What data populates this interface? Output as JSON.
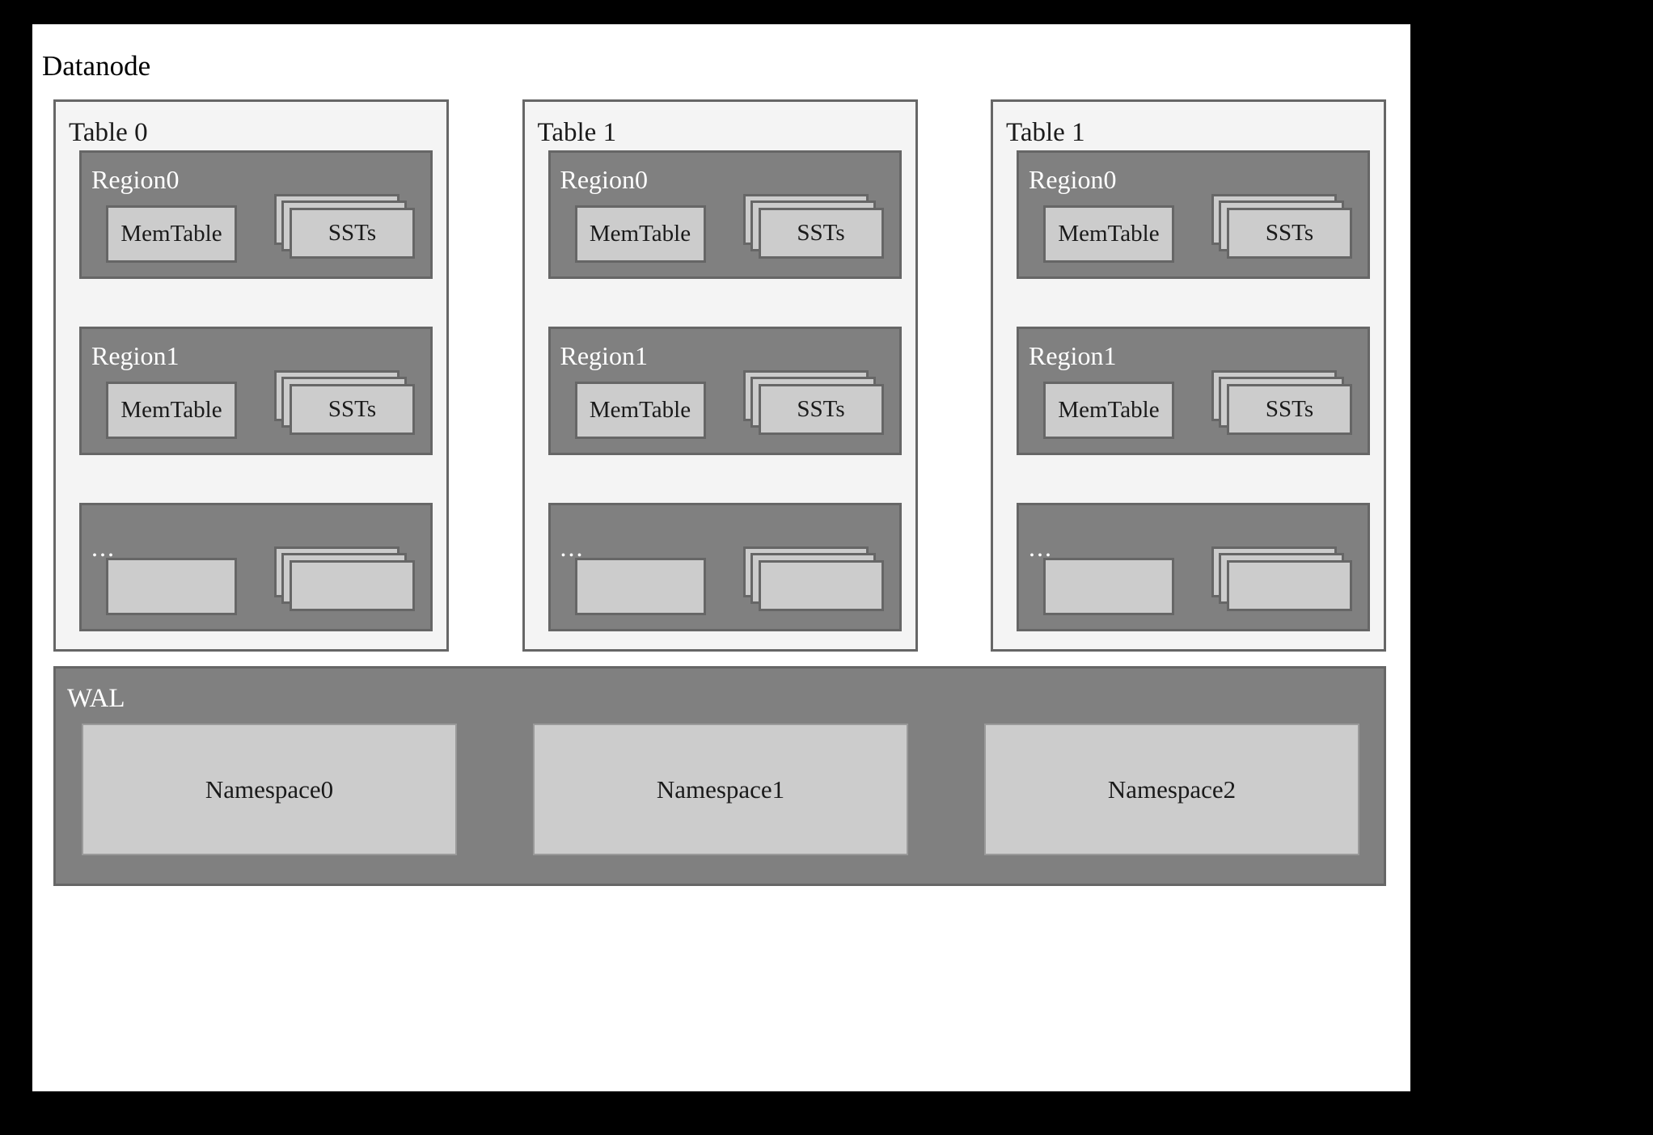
{
  "diagram": {
    "title": "Datanode",
    "colors": {
      "frame": "#000000",
      "canvas": "#ffffff",
      "table_panel_bg": "#f4f4f4",
      "region_bg": "#808080",
      "box_bg": "#cccccc",
      "border": "#666666",
      "label_light": "#ffffff",
      "label_dark": "#1a1a1a"
    },
    "tables": [
      {
        "label": "Table 0",
        "regions": [
          {
            "label": "Region0",
            "memtable": "MemTable",
            "ssts": "SSTs"
          },
          {
            "label": "Region1",
            "memtable": "MemTable",
            "ssts": "SSTs"
          },
          {
            "label": "...",
            "memtable": "",
            "ssts": ""
          }
        ]
      },
      {
        "label": "Table 1",
        "regions": [
          {
            "label": "Region0",
            "memtable": "MemTable",
            "ssts": "SSTs"
          },
          {
            "label": "Region1",
            "memtable": "MemTable",
            "ssts": "SSTs"
          },
          {
            "label": "...",
            "memtable": "",
            "ssts": ""
          }
        ]
      },
      {
        "label": "Table 1",
        "regions": [
          {
            "label": "Region0",
            "memtable": "MemTable",
            "ssts": "SSTs"
          },
          {
            "label": "Region1",
            "memtable": "MemTable",
            "ssts": "SSTs"
          },
          {
            "label": "...",
            "memtable": "",
            "ssts": ""
          }
        ]
      }
    ],
    "wal": {
      "label": "WAL",
      "namespaces": [
        "Namespace0",
        "Namespace1",
        "Namespace2"
      ]
    }
  }
}
